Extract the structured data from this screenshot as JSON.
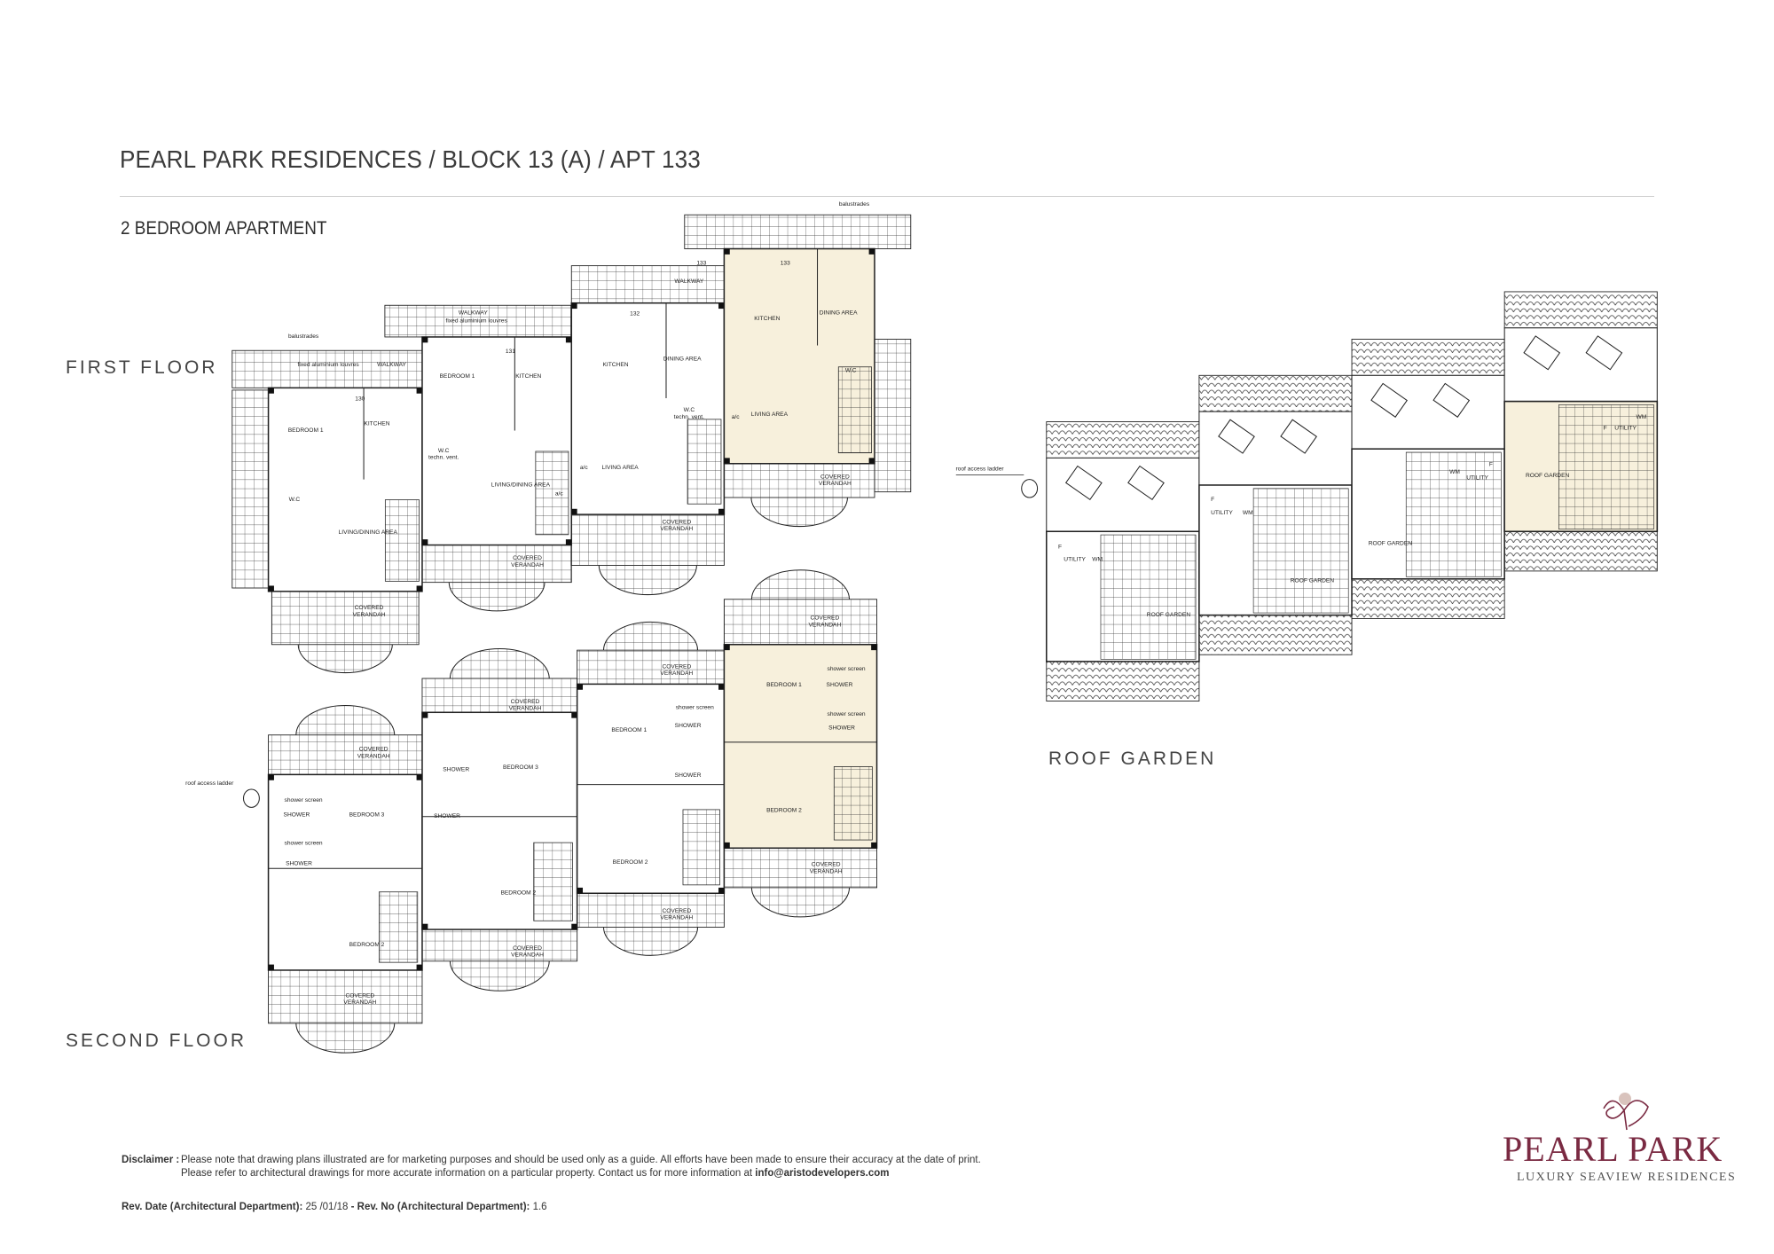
{
  "header": {
    "title": "PEARL PARK RESIDENCES / BLOCK 13 (A) / APT 133",
    "subtitle": "2 BEDROOM APARTMENT"
  },
  "colors": {
    "highlight": "#f7f0dc",
    "text": "#3a3a3a",
    "brand": "#7a2a42",
    "pearl": "#d9c3bd"
  },
  "sections": {
    "first_floor": "FIRST FLOOR",
    "second_floor": "SECOND FLOOR",
    "roof_garden": "ROOF GARDEN"
  },
  "first_floor": {
    "units": [
      {
        "number": "130",
        "labels": [
          "130",
          "BEDROOM 1",
          "KITCHEN",
          "W.C",
          "LIVING/DINING AREA",
          "COVERED",
          "VERANDAH",
          "balustrades",
          "fixed aluminium louvres",
          "WALKWAY"
        ]
      },
      {
        "number": "131",
        "labels": [
          "131",
          "BEDROOM 1",
          "KITCHEN",
          "W.C",
          "techn. vent.",
          "LIVING/DINING AREA",
          "COVERED",
          "VERANDAH",
          "WALKWAY",
          "fixed aluminium louvres",
          "a/c"
        ]
      },
      {
        "number": "132",
        "labels": [
          "132",
          "KITCHEN",
          "DINING AREA",
          "W.C",
          "techn. vent.",
          "LIVING AREA",
          "a/c",
          "COVERED",
          "VERANDAH",
          "WALKWAY",
          "133"
        ]
      },
      {
        "number": "133",
        "labels": [
          "133",
          "KITCHEN",
          "DINING AREA",
          "W.C",
          "LIVING AREA",
          "a/c",
          "COVERED",
          "VERANDAH",
          "balustrades"
        ]
      }
    ]
  },
  "second_floor": {
    "units": [
      {
        "labels": [
          "COVERED",
          "VERANDAH",
          "roof access ladder",
          "shower screen",
          "SHOWER",
          "BEDROOM 3",
          "shower screen",
          "SHOWER",
          "BEDROOM 2",
          "COVERED",
          "VERANDAH"
        ]
      },
      {
        "labels": [
          "COVERED",
          "VERANDAH",
          "SHOWER",
          "BEDROOM 3",
          "SHOWER",
          "BEDROOM 2",
          "COVERED",
          "VERANDAH"
        ]
      },
      {
        "labels": [
          "COVERED",
          "VERANDAH",
          "BEDROOM 1",
          "shower screen",
          "SHOWER",
          "SHOWER",
          "BEDROOM 2",
          "COVERED",
          "VERANDAH"
        ]
      },
      {
        "labels": [
          "COVERED",
          "VERANDAH",
          "BEDROOM 1",
          "shower screen",
          "SHOWER",
          "shower screen",
          "SHOWER",
          "BEDROOM 2",
          "COVERED",
          "VERANDAH"
        ]
      }
    ]
  },
  "roof": {
    "units": [
      {
        "labels": [
          "roof access ladder",
          "F",
          "UTILITY",
          "WM",
          "ROOF GARDEN"
        ]
      },
      {
        "labels": [
          "F",
          "UTILITY",
          "WM",
          "ROOF GARDEN"
        ]
      },
      {
        "labels": [
          "F",
          "UTILITY",
          "WM",
          "ROOF GARDEN"
        ]
      },
      {
        "labels": [
          "WM",
          "UTILITY",
          "F",
          "ROOF GARDEN"
        ]
      }
    ]
  },
  "footer": {
    "disclaimer_label": "Disclaimer :",
    "disclaimer_line1": "Please note that drawing plans illustrated are for marketing purposes and should be used only as a guide. All efforts have been made to ensure their accuracy at the date of print.",
    "disclaimer_line2": "Please refer to architectural drawings for more accurate information on a particular property. Contact us for more information at",
    "email": "info@aristodevelopers.com",
    "rev_date_label": "Rev. Date (Architectural Department):",
    "rev_date": "25 /01/18",
    "rev_no_label": "- Rev. No (Architectural Department):",
    "rev_no": "1.6"
  },
  "logo": {
    "name": "PEARL PARK",
    "tagline": "LUXURY SEAVIEW RESIDENCES"
  }
}
